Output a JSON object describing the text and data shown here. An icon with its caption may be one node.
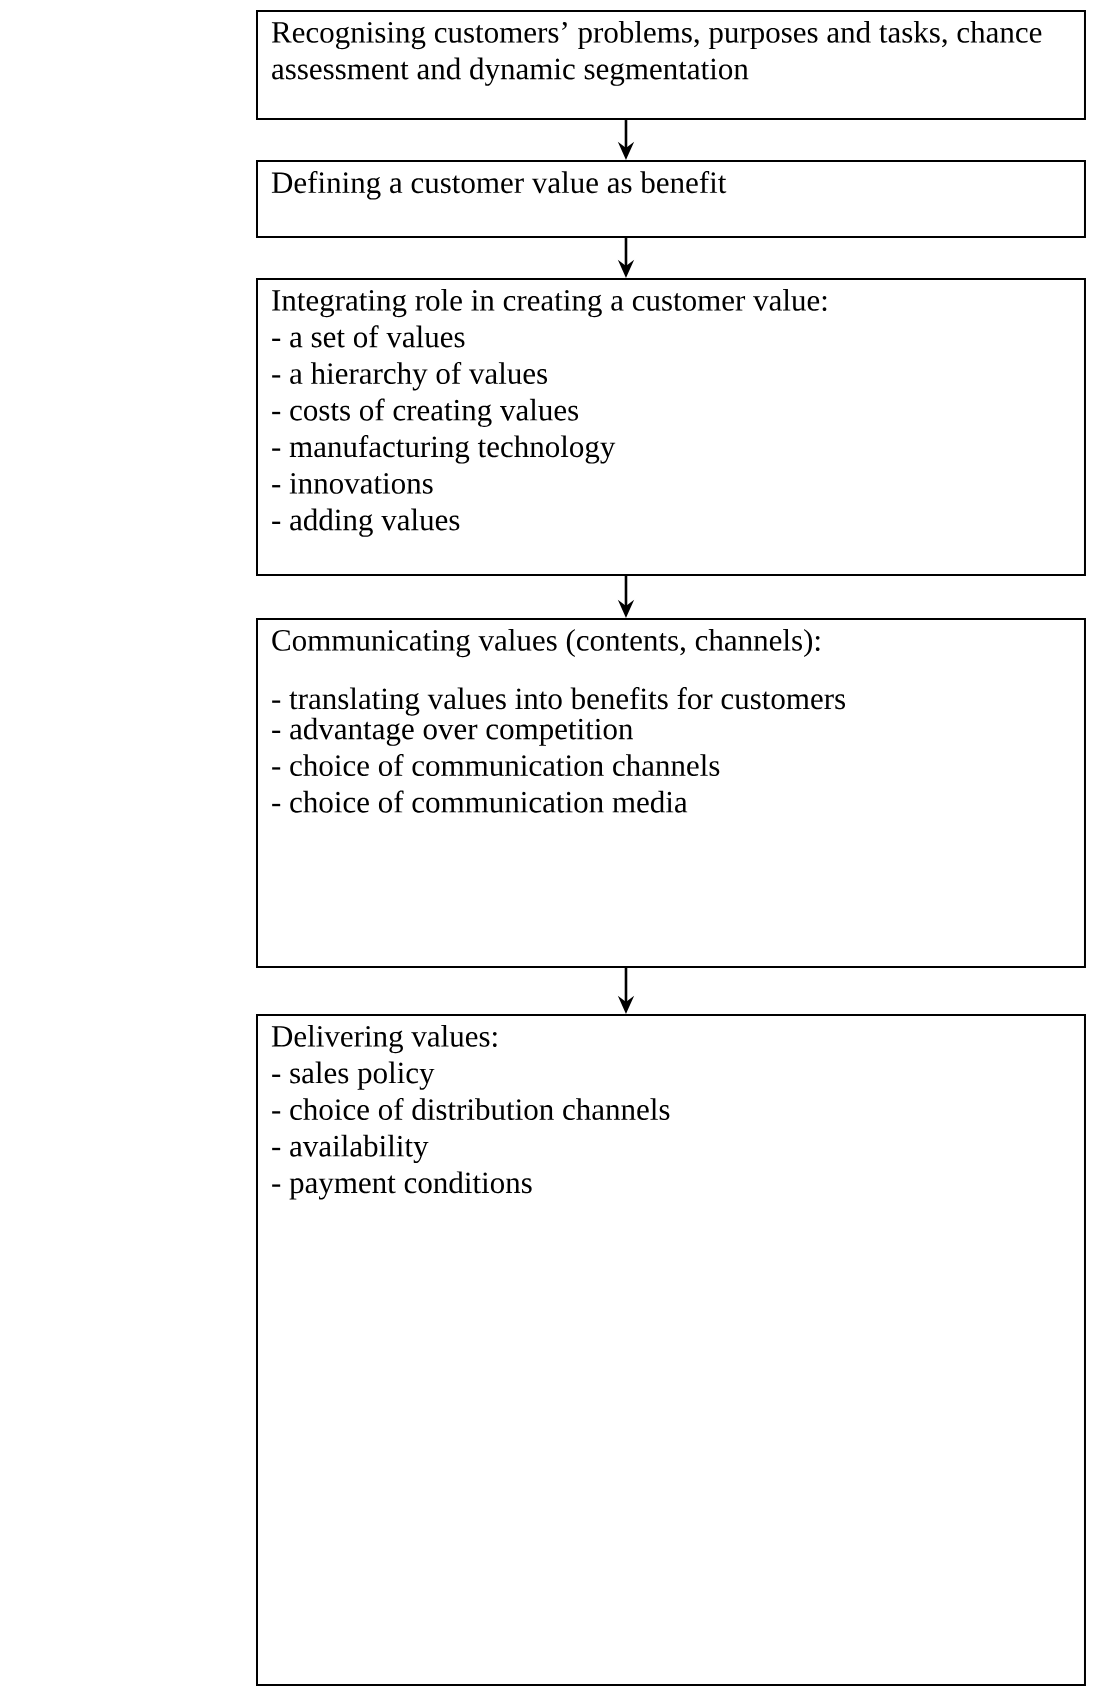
{
  "diagram": {
    "nodes": [
      {
        "text": [
          "Recognising customers’ problems, purposes and tasks, chance assessment and dynamic segmentation"
        ]
      },
      {
        "text": [
          "Defining a customer value as benefit"
        ]
      },
      {
        "text": [
          "Integrating role in creating a customer value:",
          "- a set of values",
          "- a hierarchy of values",
          "- costs of creating values",
          "- manufacturing technology",
          "- innovations",
          "- adding values"
        ]
      },
      {
        "text": [
          "Communicating values (contents, channels):",
          "- translating values into benefits for customers",
          "- advantage over competition",
          "- choice of communication channels",
          "- choice of communication media"
        ]
      },
      {
        "text": [
          "Delivering values:",
          "- sales policy",
          "- choice of distribution channels",
          "- availability",
          "- payment conditions"
        ]
      }
    ],
    "edges": [
      {
        "from": 0,
        "to": 1,
        "arrow": "to"
      },
      {
        "from": 1,
        "to": 2,
        "arrow": "to"
      },
      {
        "from": 2,
        "to": 3,
        "arrow": "to"
      },
      {
        "from": 3,
        "to": 4,
        "arrow": "to"
      }
    ]
  }
}
